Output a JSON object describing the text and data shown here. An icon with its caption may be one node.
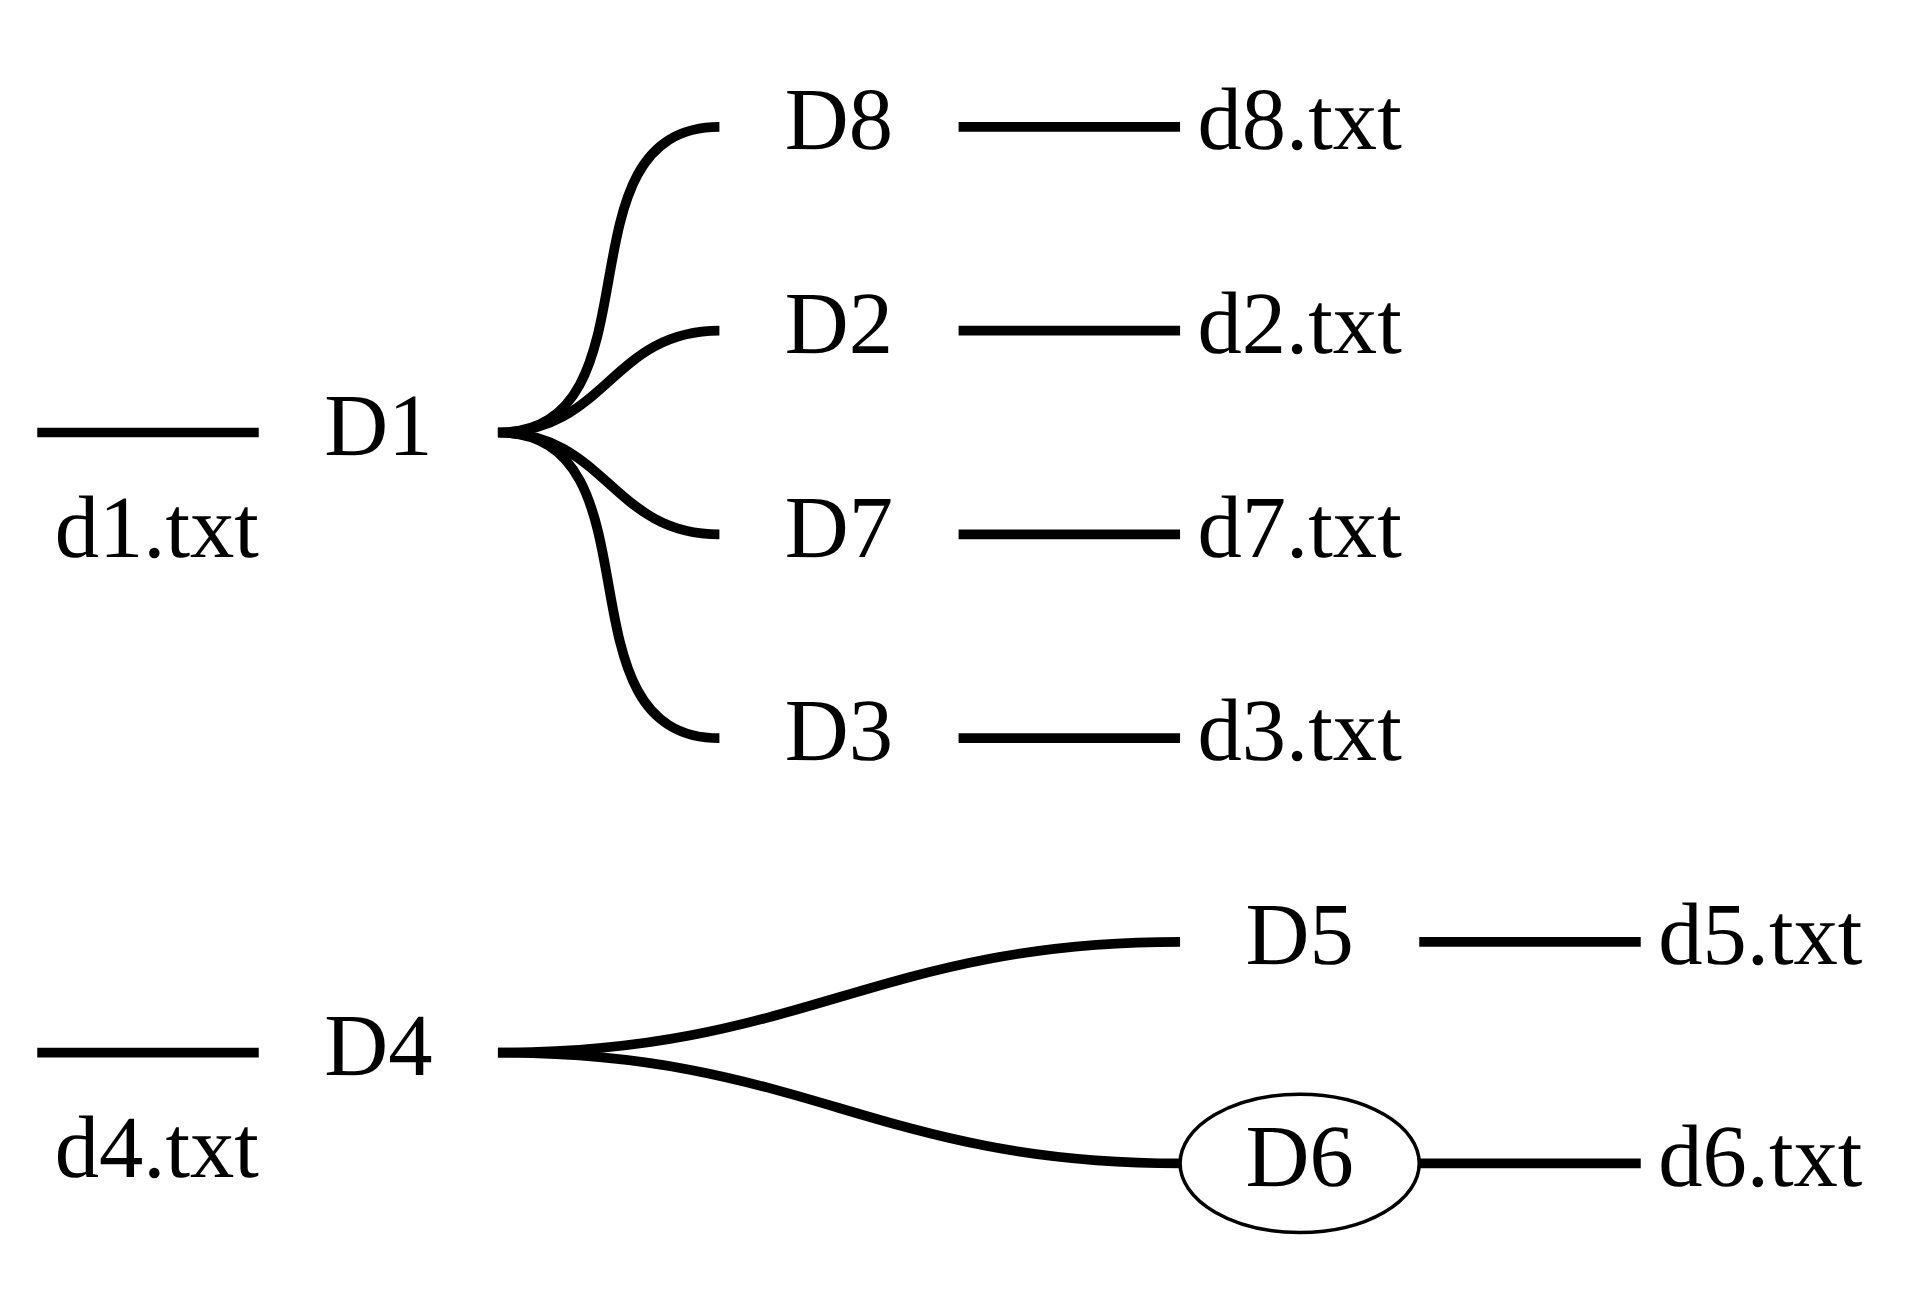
{
  "diagram": {
    "nodes": [
      {
        "text": [
          "D1"
        ],
        "beside": [
          "d1.txt"
        ]
      },
      {
        "text": [
          "D8"
        ]
      },
      {
        "text": [
          "d8.txt"
        ]
      },
      {
        "text": [
          "D2"
        ]
      },
      {
        "text": [
          "d2.txt"
        ]
      },
      {
        "text": [
          "D7"
        ]
      },
      {
        "text": [
          "d7.txt"
        ]
      },
      {
        "text": [
          "D3"
        ]
      },
      {
        "text": [
          "d3.txt"
        ]
      },
      {
        "text": [
          "D4"
        ],
        "beside": [
          "d4.txt"
        ]
      },
      {
        "text": [
          "D5"
        ]
      },
      {
        "text": [
          "d5.txt"
        ]
      },
      {
        "text": [
          "D6"
        ]
      },
      {
        "text": [
          "d6.txt"
        ]
      }
    ],
    "edges": [
      {
        "from": null,
        "to": 0,
        "arrow": "none"
      },
      {
        "from": null,
        "to": 9,
        "arrow": "none"
      },
      {
        "from": 0,
        "to": 1,
        "arrow": "none"
      },
      {
        "from": 0,
        "to": 3,
        "arrow": "none"
      },
      {
        "from": 0,
        "to": 5,
        "arrow": "none"
      },
      {
        "from": 0,
        "to": 7,
        "arrow": "none"
      },
      {
        "from": 1,
        "to": 2,
        "arrow": "none"
      },
      {
        "from": 3,
        "to": 4,
        "arrow": "none"
      },
      {
        "from": 5,
        "to": 6,
        "arrow": "none"
      },
      {
        "from": 7,
        "to": 8,
        "arrow": "none"
      },
      {
        "from": 9,
        "to": 10,
        "arrow": "none"
      },
      {
        "from": 9,
        "to": 12,
        "arrow": "none"
      },
      {
        "from": 10,
        "to": 11,
        "arrow": "none"
      },
      {
        "from": 12,
        "to": 13,
        "arrow": "none"
      }
    ]
  }
}
